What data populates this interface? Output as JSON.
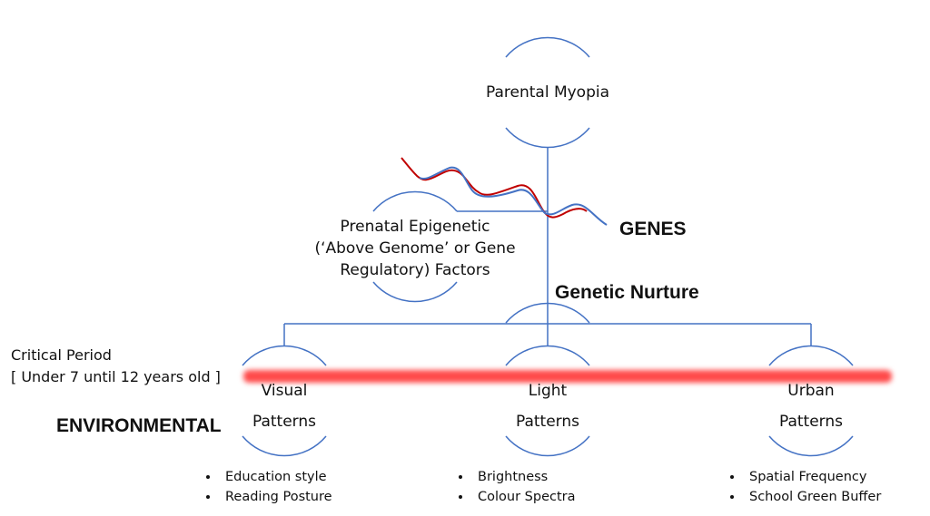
{
  "nodes": {
    "parental": "Parental Myopia",
    "prenatal": [
      "Prenatal Epigenetic",
      "(‘Above Genome’ or Gene",
      "Regulatory) Factors"
    ],
    "visual": [
      "Visual",
      "Patterns"
    ],
    "light": [
      "Light",
      "Patterns"
    ],
    "urban": [
      "Urban",
      "Patterns"
    ]
  },
  "labels": {
    "genes": "GENES",
    "genetic_nurture": "Genetic Nurture",
    "environmental": "ENVIRONMENTAL",
    "critical_period": [
      "Critical Period",
      "[ Under 7 until 12 years old ]"
    ]
  },
  "bullets": {
    "visual": [
      "Education style",
      "Reading Posture"
    ],
    "light": [
      "Brightness",
      "Colour Spectra"
    ],
    "urban": [
      "Spatial Frequency",
      "School Green Buffer"
    ]
  },
  "colors": {
    "line": "#4472c4",
    "dna_red": "#c00000",
    "band": "#ff4a4a"
  }
}
